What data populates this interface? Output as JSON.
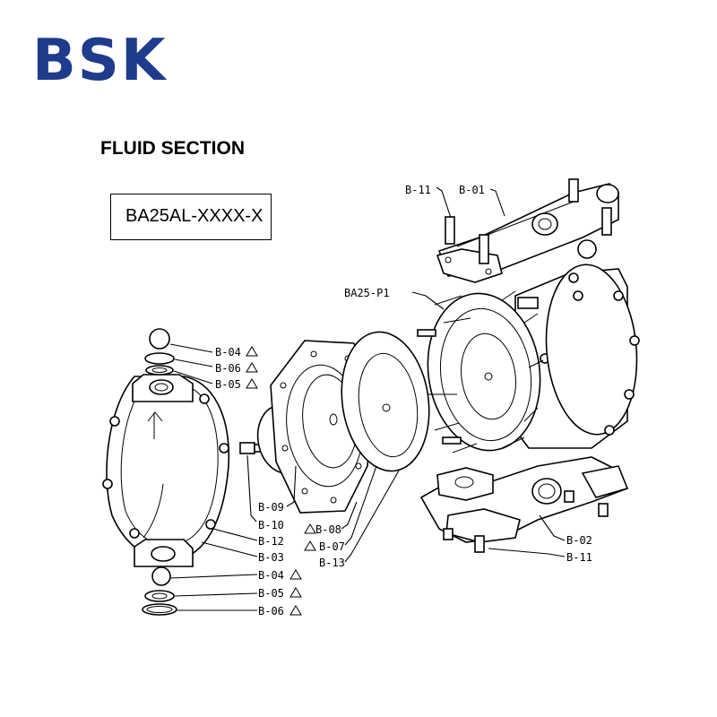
{
  "brand": {
    "logo_text": "BSK",
    "color": "#1f3b8c"
  },
  "section_title": "FLUID SECTION",
  "model_code": "BA25AL-XXXX-X",
  "parts": [
    {
      "id": "b11-top",
      "label": "B-11",
      "triangle": false
    },
    {
      "id": "b01",
      "label": "B-01",
      "triangle": false
    },
    {
      "id": "ba25p1",
      "label": "BA25-P1",
      "triangle": false
    },
    {
      "id": "b04-top",
      "label": "B-04",
      "triangle": true
    },
    {
      "id": "b06-top",
      "label": "B-06",
      "triangle": true
    },
    {
      "id": "b05-top",
      "label": "B-05",
      "triangle": true
    },
    {
      "id": "b09",
      "label": "B-09",
      "triangle": false
    },
    {
      "id": "b10",
      "label": "B-10",
      "triangle": false
    },
    {
      "id": "b12",
      "label": "B-12",
      "triangle": false
    },
    {
      "id": "b03",
      "label": "B-03",
      "triangle": false
    },
    {
      "id": "b04-bot",
      "label": "B-04",
      "triangle": true
    },
    {
      "id": "b05-bot",
      "label": "B-05",
      "triangle": true
    },
    {
      "id": "b06-bot",
      "label": "B-06",
      "triangle": true
    },
    {
      "id": "b08",
      "label": "B-08",
      "triangle": true
    },
    {
      "id": "b07",
      "label": "B-07",
      "triangle": true
    },
    {
      "id": "b13",
      "label": "B-13",
      "triangle": false
    },
    {
      "id": "b02",
      "label": "B-02",
      "triangle": false
    },
    {
      "id": "b11-bot",
      "label": "B-11",
      "triangle": false
    }
  ]
}
